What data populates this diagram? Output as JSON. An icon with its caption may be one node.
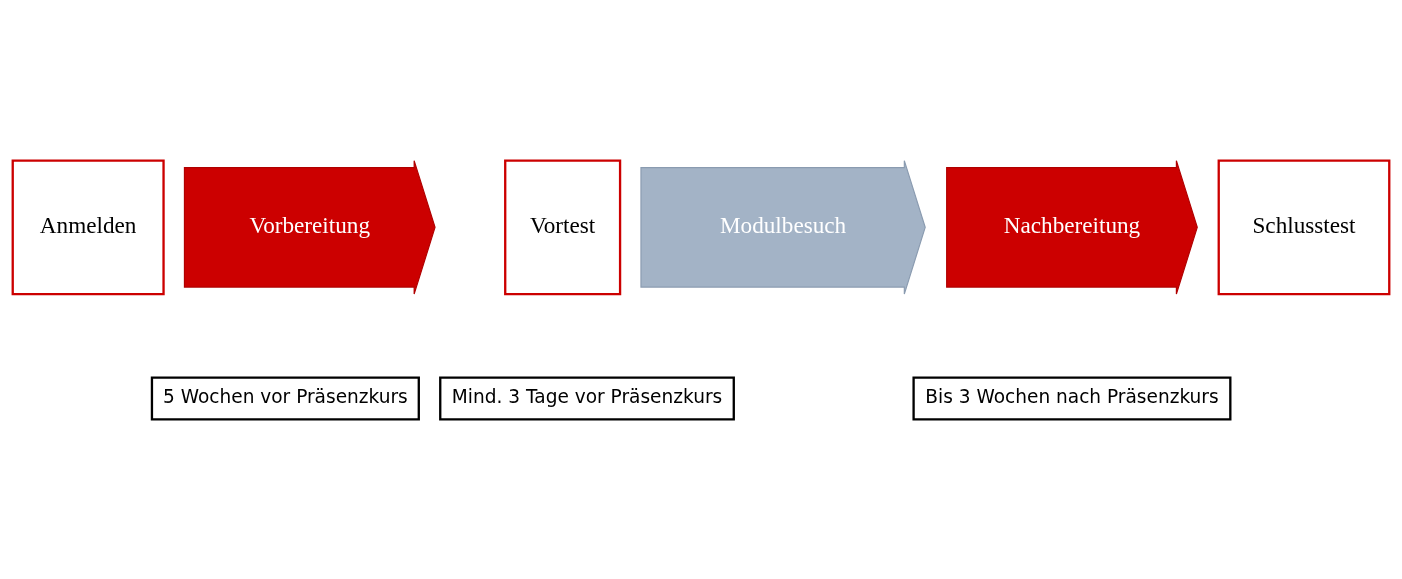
{
  "diagram": {
    "nodes": [
      {
        "text": [
          "Anmelden"
        ]
      },
      {
        "text": [
          "Vorbereitung"
        ]
      },
      {
        "text": [
          "Vortest"
        ]
      },
      {
        "text": [
          "Modulbesuch"
        ]
      },
      {
        "text": [
          "Nachbereitung"
        ]
      },
      {
        "text": [
          "Schlusstest"
        ]
      },
      {
        "text": [
          "5 Wochen vor Präsenzkurs"
        ]
      },
      {
        "text": [
          "Mind. 3 Tage vor Präsenzkurs"
        ]
      },
      {
        "text": [
          "Bis 3 Wochen nach Präsenzkurs"
        ]
      }
    ]
  }
}
